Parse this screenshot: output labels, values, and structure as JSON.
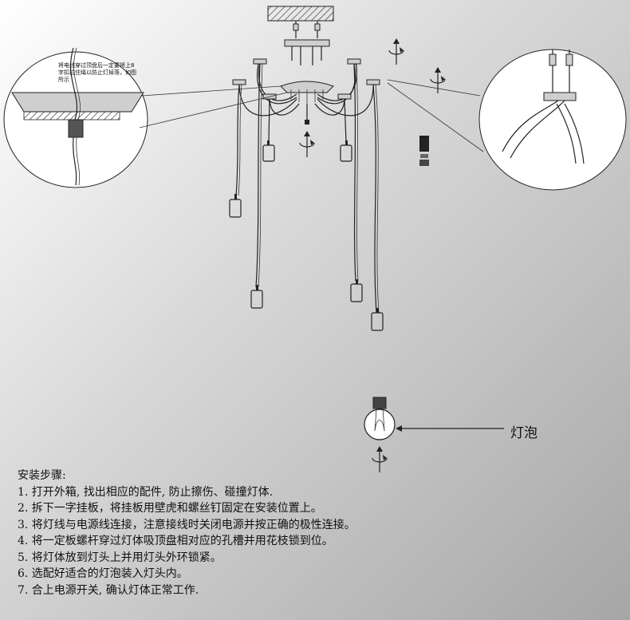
{
  "callout_note": "将电线穿过顶盘后一定要将上8字扣拉住绳以防止灯掉落，如图所示",
  "bulb_label": "灯泡",
  "instructions": {
    "title": "安装步骤:",
    "steps": [
      "1. 打开外箱, 找出相应的配件, 防止擦伤、碰撞灯体.",
      "2. 拆下一字挂板，将挂板用壁虎和螺丝钉固定在安装位置上。",
      "3. 将灯线与电源线连接，注意接线时关闭电源并按正确的极性连接。",
      "4. 将一定板螺杆穿过灯体吸顶盘相对应的孔槽并用花枝锁到位。",
      "5. 将灯体放到灯头上并用灯头外环锁紧。",
      "6. 选配好适合的灯泡装入灯头内。",
      "7. 合上电源开关, 确认灯体正常工作."
    ]
  },
  "icons": {
    "rotate": "rotate-arrow-icon",
    "bulb": "light-bulb-icon"
  }
}
